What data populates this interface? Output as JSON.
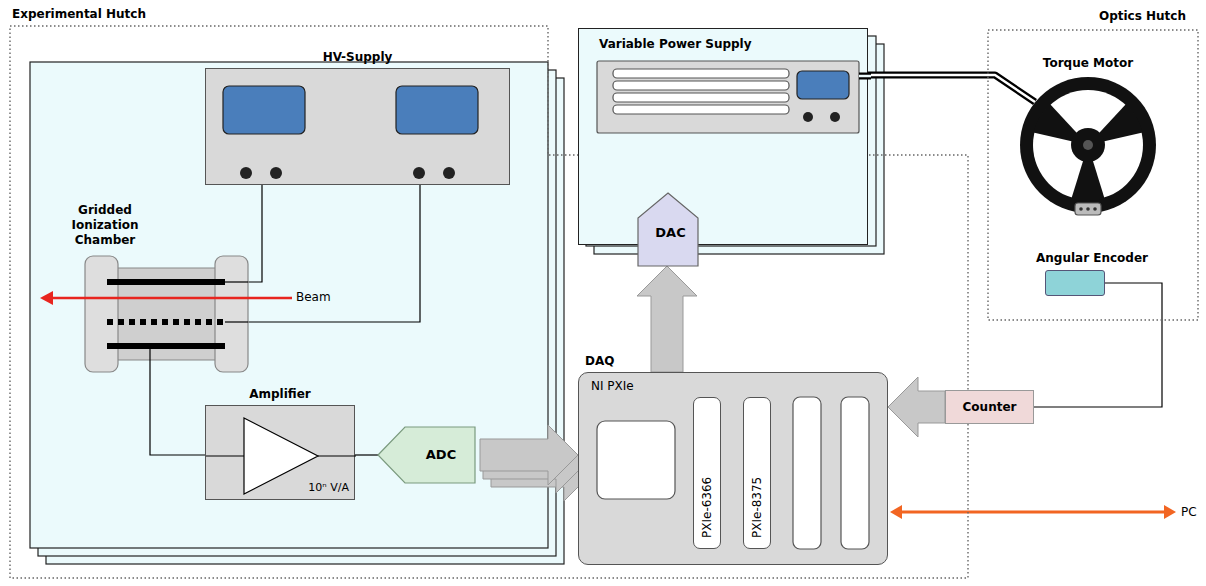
{
  "diagram": {
    "nodes": [
      {
        "text": [
          "Experimental Hutch"
        ]
      },
      {
        "text": [
          "HV-Supply"
        ],
        "in": 0
      },
      {
        "text": [
          "Gridded Ionization Chamber"
        ],
        "in": 0
      },
      {
        "text": [
          "Amplifier",
          "10ⁿ V/A"
        ],
        "in": 0
      },
      {
        "text": [
          "ADC"
        ],
        "in": 0
      },
      {
        "text": [
          "DAQ",
          "NI PXIe"
        ],
        "in": 0
      },
      {
        "text": [
          "PXIe-6366"
        ],
        "in": 5
      },
      {
        "text": [
          "PXIe-8375"
        ],
        "in": 5
      },
      {
        "text": [
          "Variable Power Supply"
        ]
      },
      {
        "text": [
          "DAC"
        ],
        "in": 8
      },
      {
        "text": [
          "Optics Hutch"
        ]
      },
      {
        "text": [
          "Torque Motor"
        ],
        "in": 10
      },
      {
        "text": [
          "Angular Encoder"
        ],
        "in": 10
      },
      {
        "text": [
          "Counter"
        ]
      }
    ],
    "edges": [
      {
        "from": 1,
        "to": 2,
        "arrow": "none"
      },
      {
        "from": 1,
        "to": 2,
        "arrow": "none"
      },
      {
        "from": 2,
        "to": 3,
        "arrow": "none"
      },
      {
        "from": 3,
        "to": 4,
        "arrow": "none"
      },
      {
        "from": 4,
        "to": 5,
        "arrow": "to"
      },
      {
        "from": 5,
        "to": 9,
        "arrow": "to"
      },
      {
        "from": 8,
        "to": 11,
        "arrow": "none"
      },
      {
        "from": 12,
        "to": 13,
        "arrow": "none"
      },
      {
        "from": 13,
        "to": 5,
        "arrow": "to"
      }
    ],
    "labels": [
      "Beam",
      "PC"
    ]
  }
}
